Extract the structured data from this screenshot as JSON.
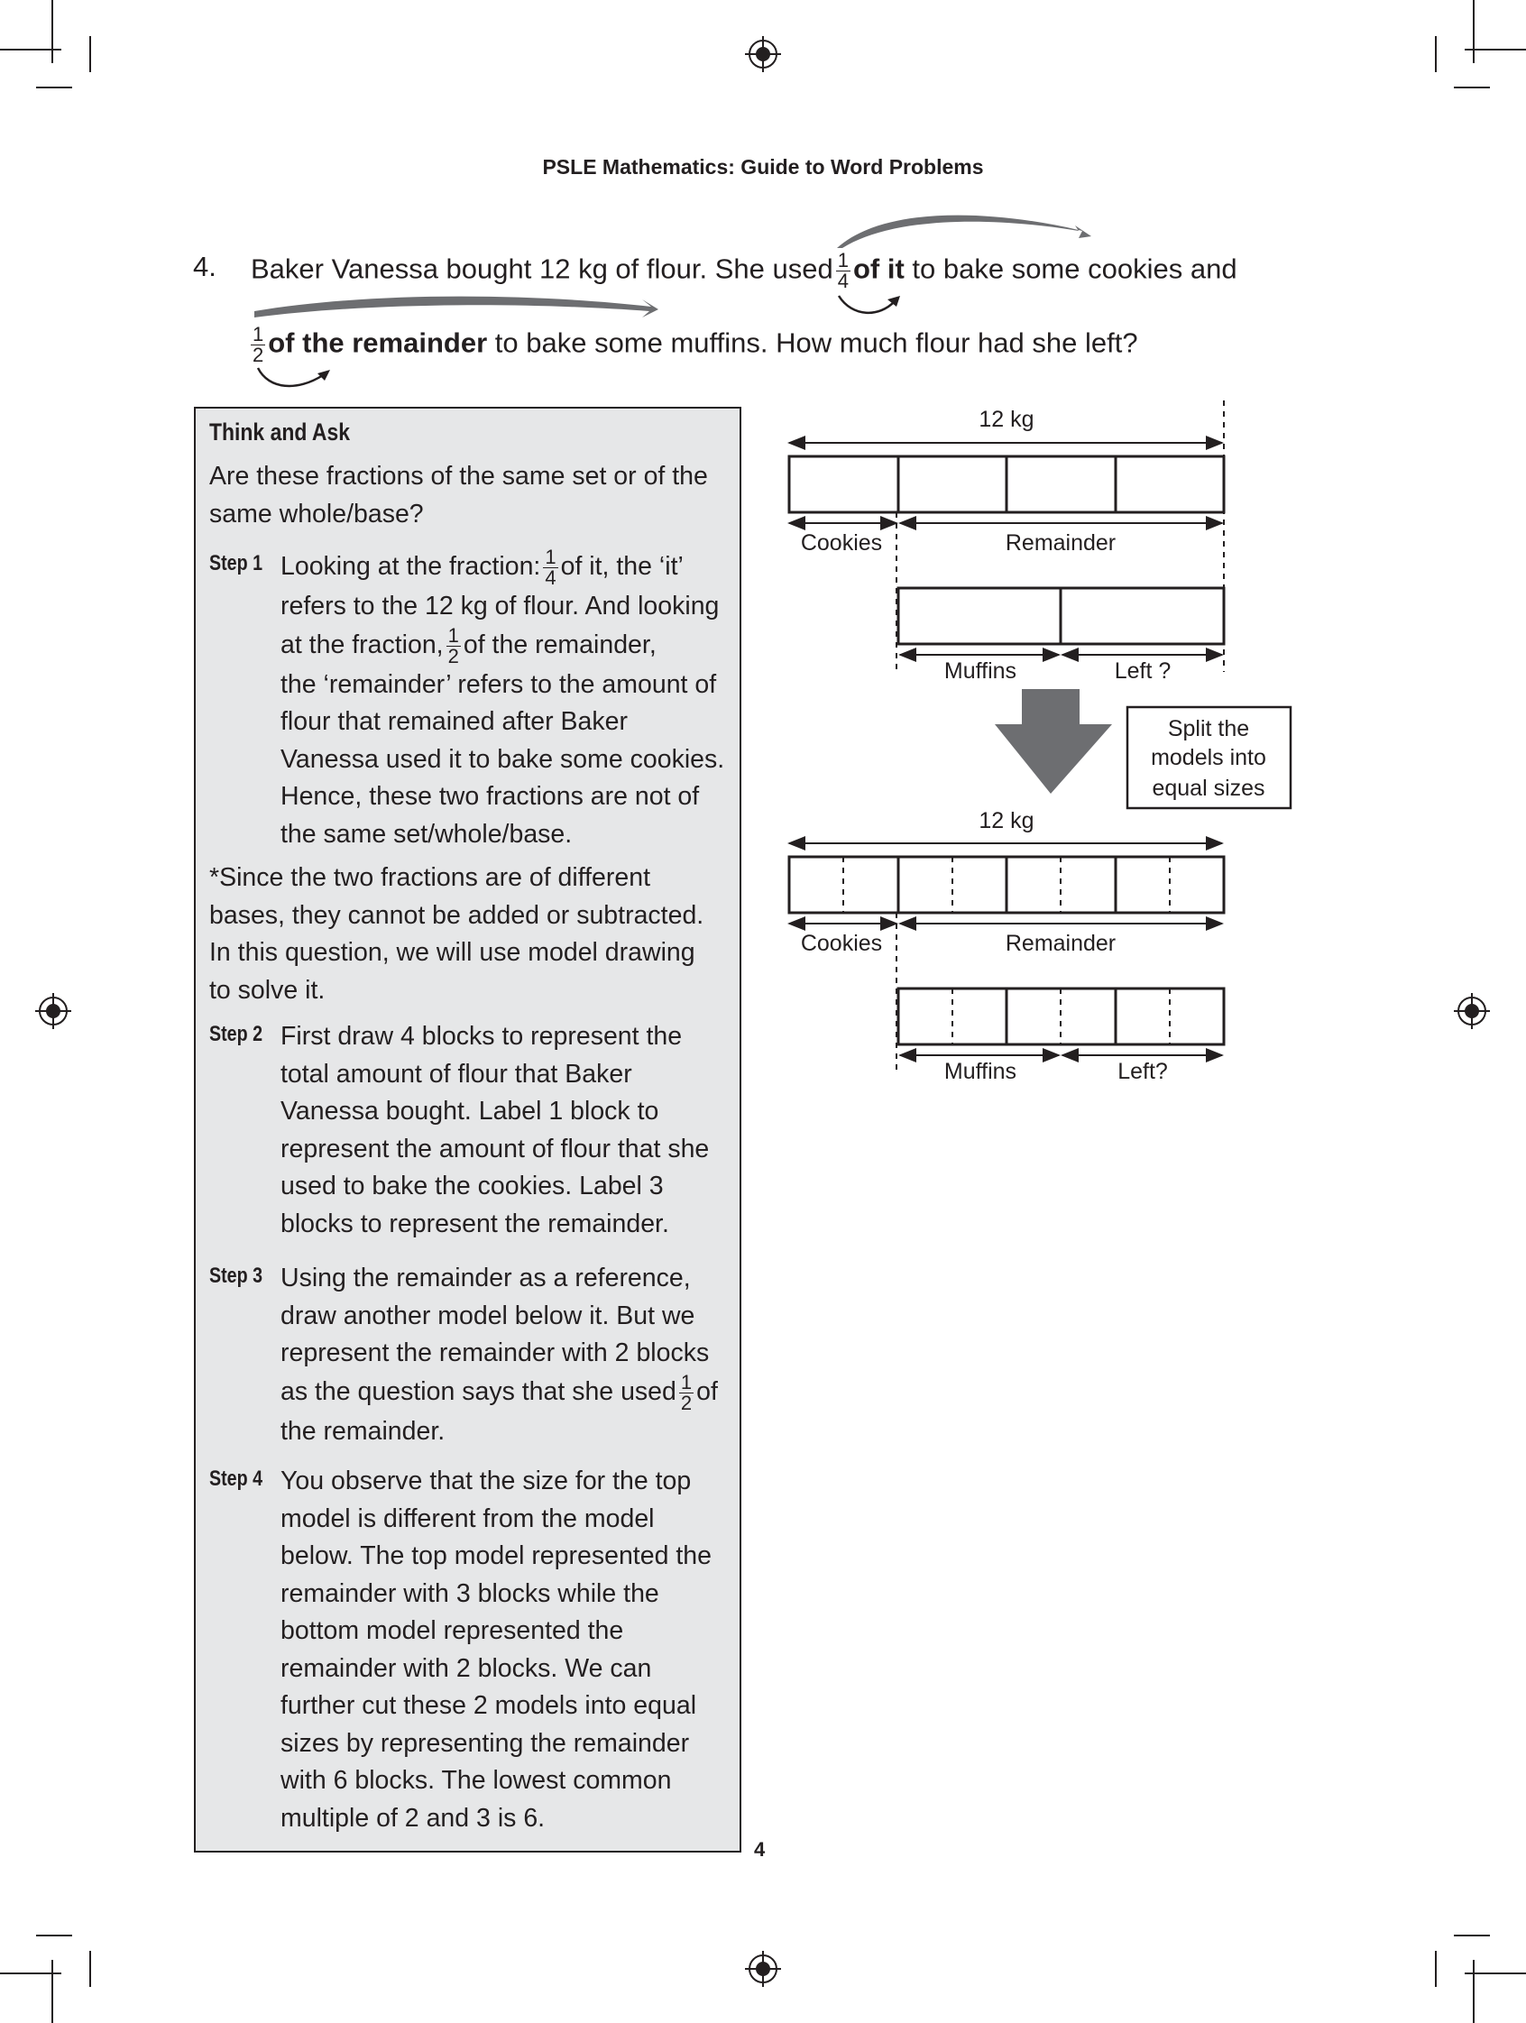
{
  "header": {
    "title": "PSLE Mathematics: Guide to Word Problems"
  },
  "question": {
    "number": "4.",
    "line1_pre": "Baker Vanessa bought 12 kg of flour. She used",
    "frac1_num": "1",
    "frac1_den": "4",
    "line1_bold": "of it",
    "line1_post": "to bake some cookies and",
    "frac2_num": "1",
    "frac2_den": "2",
    "line2_bold": "of the remainder",
    "line2_post": "to bake some muffins. How much flour had she left?"
  },
  "think": {
    "title": "Think and Ask",
    "intro": "Are these fractions of the same set or of the same whole/base?",
    "step1_label": "Step 1",
    "step1_a": "Looking at the fraction:",
    "step1_f1_num": "1",
    "step1_f1_den": "4",
    "step1_b": "of it, the ‘it’",
    "step1_c": "refers to the 12 kg of flour. And looking",
    "step1_d": "at the fraction,",
    "step1_f2_num": "1",
    "step1_f2_den": "2",
    "step1_e": "of the remainder,",
    "step1_f": "the ‘remainder’ refers to the amount of flour that remained after Baker Vanessa used it to bake some cookies. Hence, these two fractions are not of the same set/whole/base.",
    "note": "*Since the two fractions are of different bases, they cannot be added or subtracted. In this question, we will use model drawing to solve it.",
    "step2_label": "Step 2",
    "step2": "First draw 4 blocks to represent the total amount of flour that Baker Vanessa bought. Label 1 block to represent the amount of flour that she used to bake the cookies. Label 3 blocks to represent the remainder.",
    "step3_label": "Step 3",
    "step3_a": "Using the remainder as a reference, draw another model below it. But we represent the remainder with 2 blocks as the question says that she used",
    "step3_f_num": "1",
    "step3_f_den": "2",
    "step3_b": "of",
    "step3_c": "the remainder.",
    "step4_label": "Step 4",
    "step4": "You observe that the size for the top model is different from the model below. The top model represented the remainder with 3 blocks while the bottom model represented the remainder with 2 blocks. We can further cut these 2 models into equal sizes by representing the remainder with 6 blocks. The lowest common multiple of 2 and 3 is 6."
  },
  "diagram": {
    "top_total": "12 kg",
    "top_cookies": "Cookies",
    "top_remainder": "Remainder",
    "top_muffins": "Muffins",
    "top_left": "Left ?",
    "callout": [
      "Split the",
      "models into",
      "equal sizes"
    ],
    "bottom_total": "12 kg",
    "bottom_cookies": "Cookies",
    "bottom_remainder": "Remainder",
    "bottom_muffins": "Muffins",
    "bottom_left": "Left?"
  },
  "footer": {
    "page_number": "4"
  }
}
